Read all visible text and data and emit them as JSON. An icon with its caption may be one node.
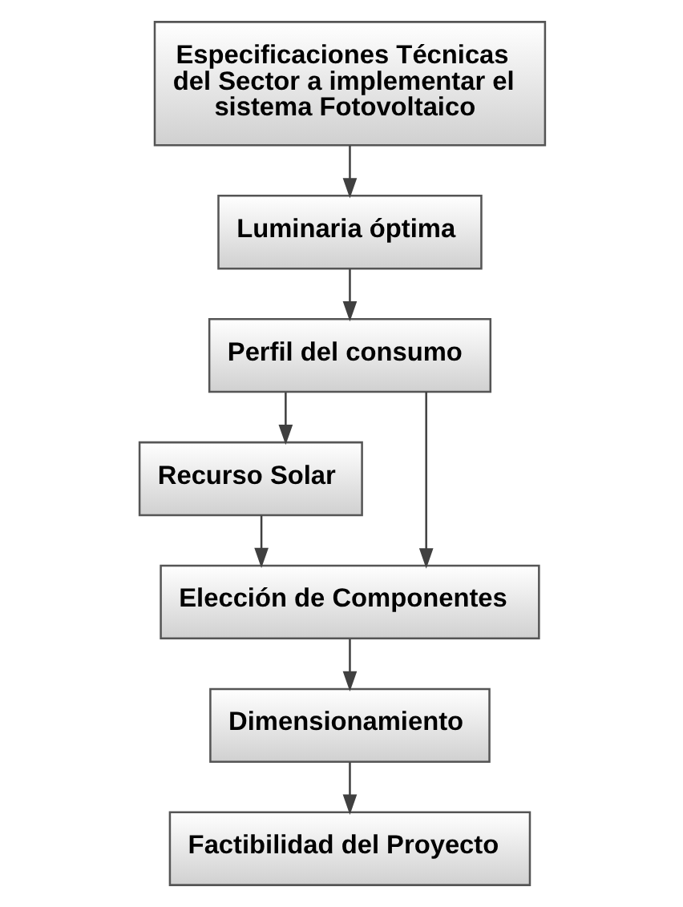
{
  "diagram": {
    "nodes": [
      {
        "text": [
          "Especificaciones Técnicas del Sector a implementar el sistema Fotovoltaico"
        ]
      },
      {
        "text": [
          "Luminaria óptima"
        ]
      },
      {
        "text": [
          "Perfil del consumo"
        ]
      },
      {
        "text": [
          "Recurso Solar"
        ]
      },
      {
        "text": [
          "Elección de Componentes"
        ]
      },
      {
        "text": [
          "Dimensionamiento"
        ]
      },
      {
        "text": [
          "Factibilidad del Proyecto"
        ]
      }
    ],
    "edges": [
      {
        "from": 0,
        "to": 1,
        "arrow": "to"
      },
      {
        "from": 1,
        "to": 2,
        "arrow": "to"
      },
      {
        "from": 2,
        "to": 3,
        "arrow": "to"
      },
      {
        "from": 2,
        "to": 4,
        "arrow": "to"
      },
      {
        "from": 3,
        "to": 4,
        "arrow": "to"
      },
      {
        "from": 4,
        "to": 5,
        "arrow": "to"
      },
      {
        "from": 5,
        "to": 6,
        "arrow": "to"
      }
    ]
  }
}
